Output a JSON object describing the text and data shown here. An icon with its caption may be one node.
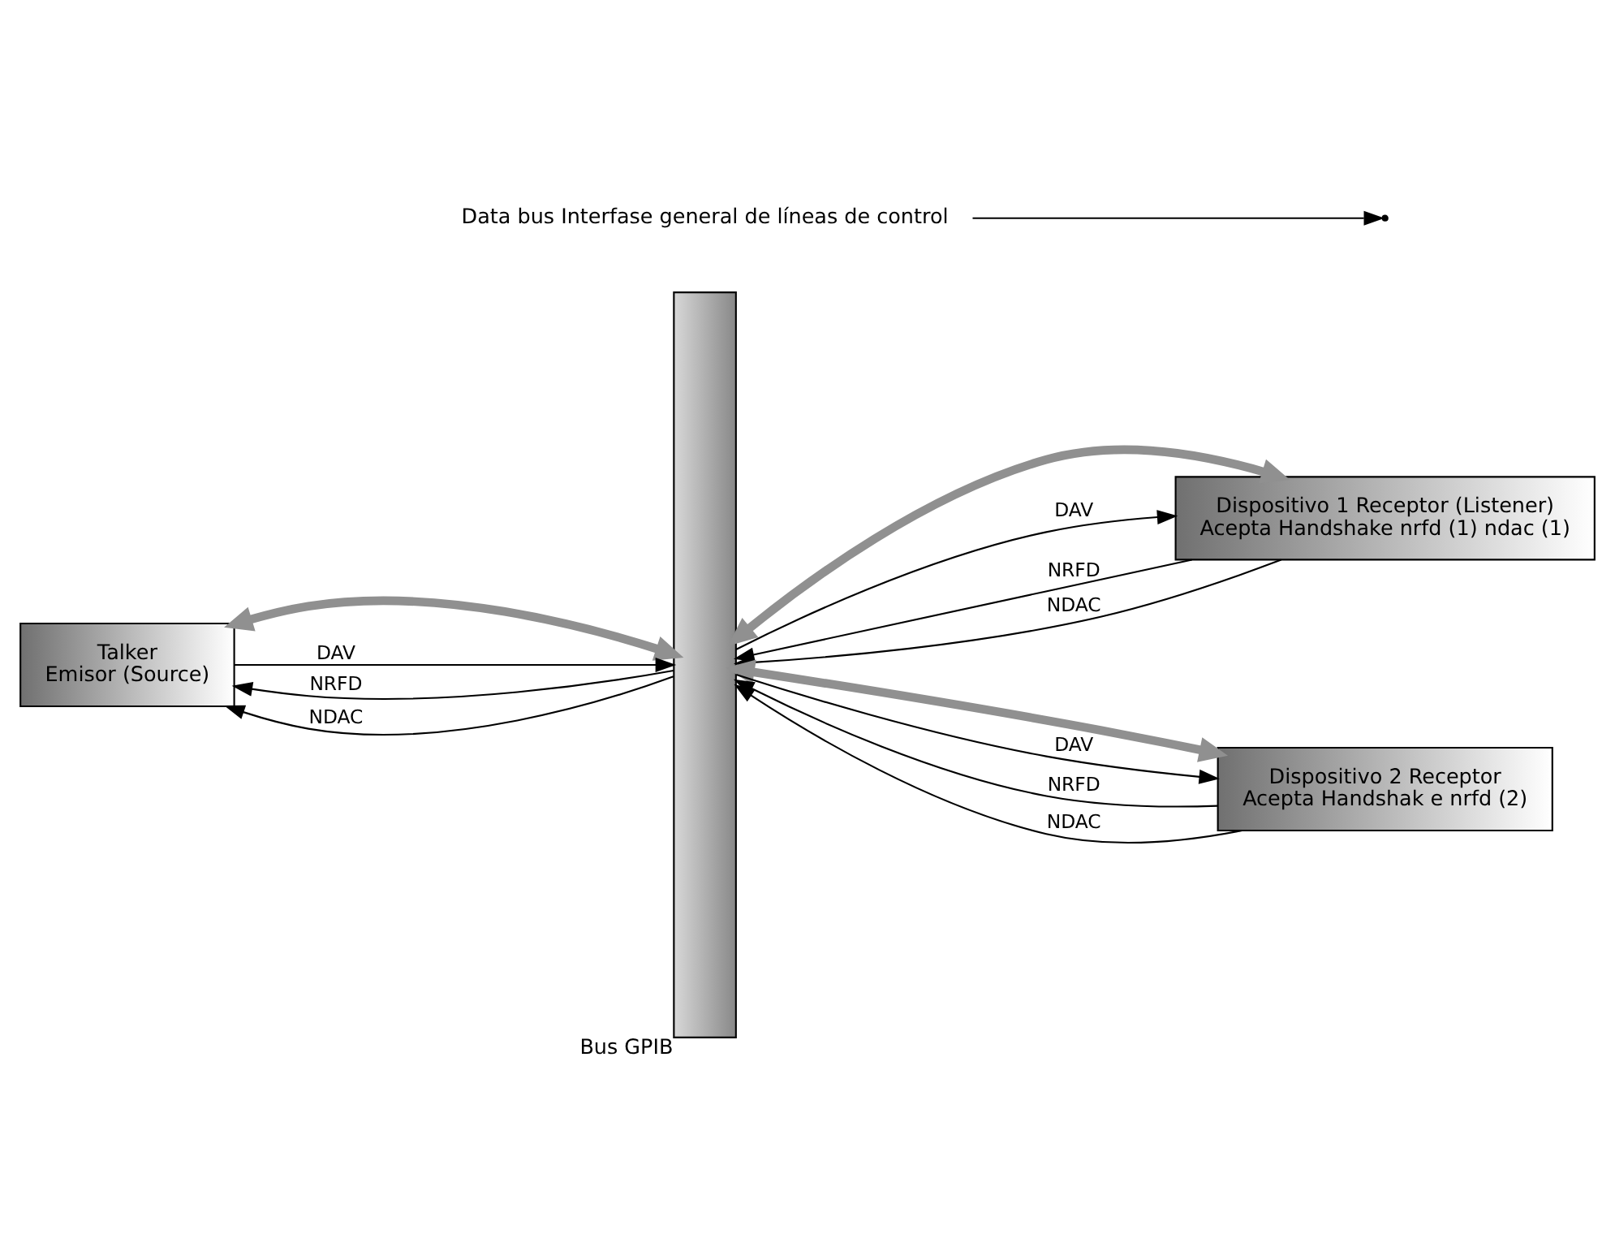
{
  "diagram": {
    "nodes": [
      {
        "text": [],
        "shape": "bar",
        "beside": [
          "Bus GPIB"
        ]
      },
      {
        "text": [
          "Talker",
          "Emisor (Source)"
        ]
      },
      {
        "text": [
          "Dispositivo 1 Receptor (Listener)",
          "Acepta Handshake nrfd (1) ndac (1)"
        ]
      },
      {
        "text": [
          "Dispositivo 2 Receptor",
          "Acepta Handshak e nrfd (2)"
        ]
      },
      {
        "text": [
          "Data bus Interfase general de líneas de control"
        ]
      }
    ],
    "edges": [
      {
        "from": 1,
        "to": 0,
        "arrow": "both",
        "style": "thick",
        "color": "#909090"
      },
      {
        "from": 1,
        "to": 0,
        "arrow": "to",
        "label": "DAV"
      },
      {
        "from": 0,
        "to": 1,
        "arrow": "to",
        "label": "NRFD"
      },
      {
        "from": 0,
        "to": 1,
        "arrow": "to",
        "label": "NDAC"
      },
      {
        "from": 0,
        "to": 2,
        "arrow": "both",
        "style": "thick",
        "color": "#909090"
      },
      {
        "from": 0,
        "to": 2,
        "arrow": "to",
        "label": "DAV"
      },
      {
        "from": 2,
        "to": 0,
        "arrow": "to",
        "label": "NRFD"
      },
      {
        "from": 2,
        "to": 0,
        "arrow": "to",
        "label": "NDAC"
      },
      {
        "from": 0,
        "to": 3,
        "arrow": "both",
        "style": "thick",
        "color": "#909090"
      },
      {
        "from": 0,
        "to": 3,
        "arrow": "to",
        "label": "DAV"
      },
      {
        "from": 3,
        "to": 0,
        "arrow": "to",
        "label": "NRFD"
      },
      {
        "from": 3,
        "to": 0,
        "arrow": "to",
        "label": "NDAC"
      },
      {
        "from": 4,
        "to": null,
        "arrow": "to"
      }
    ]
  }
}
